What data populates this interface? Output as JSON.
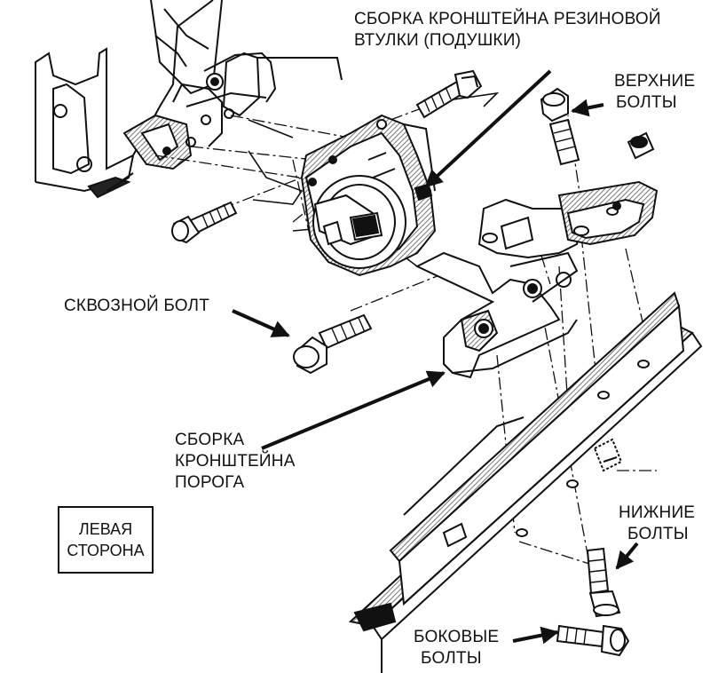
{
  "labels": {
    "bushing_assembly": [
      "СБОРКА КРОНШТЕЙНА РЕЗИНОВОЙ",
      "ВТУЛКИ (ПОДУШКИ)"
    ],
    "upper_bolts": [
      "ВЕРХНИЕ",
      "БОЛТЫ"
    ],
    "through_bolt": "СКВОЗНОЙ БОЛТ",
    "sill_bracket": [
      "СБОРКА",
      "КРОНШТЕЙНА",
      "ПОРОГА"
    ],
    "left_side": [
      "ЛЕВАЯ",
      "СТОРОНА"
    ],
    "lower_bolts": [
      "НИЖНИЕ",
      "БОЛТЫ"
    ],
    "side_bolts": [
      "БОКОВЫЕ",
      "БОЛТЫ"
    ]
  },
  "colors": {
    "ink": "#111111",
    "hatch": "#8a8a8a",
    "paper": "#ffffff"
  }
}
